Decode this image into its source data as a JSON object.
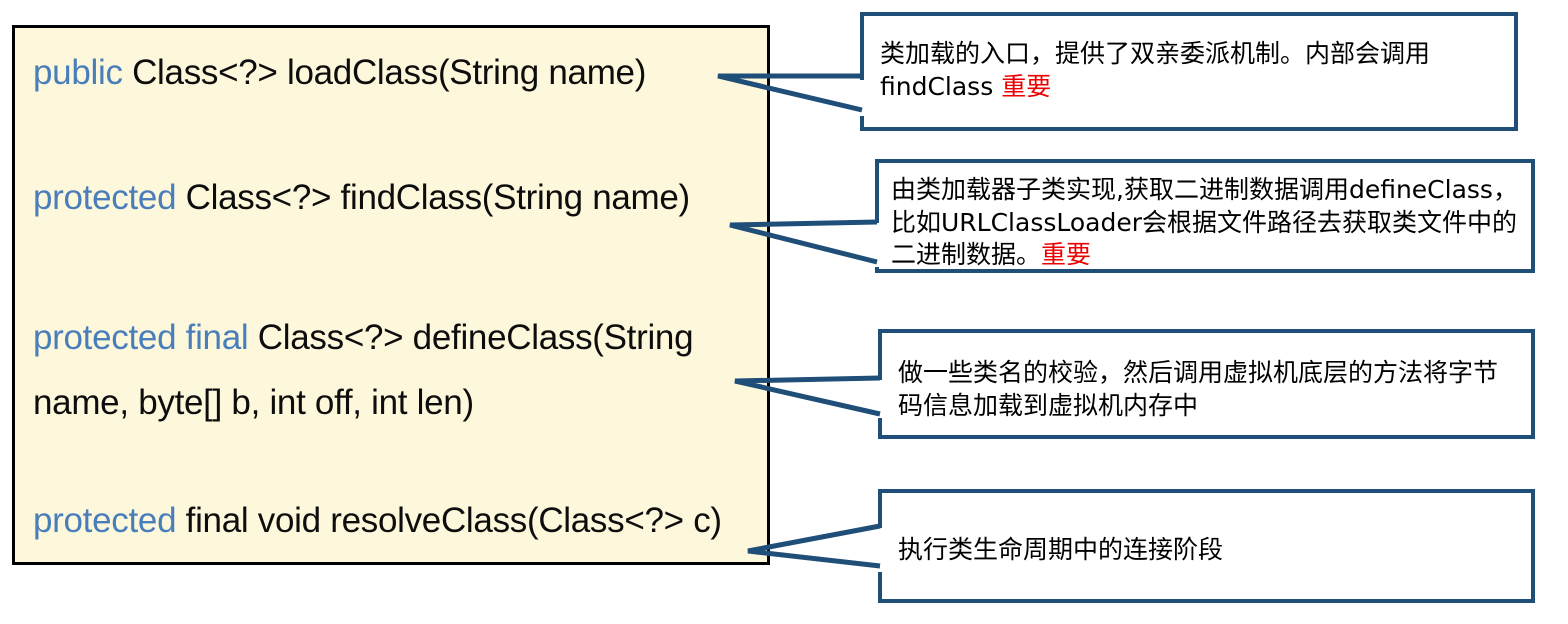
{
  "code_panel": {
    "background_color": "#FDF8DC",
    "border_color": "#000000",
    "keyword_color": "#4A7EBB",
    "signatures": [
      {
        "id": "load-class",
        "keyword": "public",
        "rest": " Class<?> loadClass(String name)"
      },
      {
        "id": "find-class",
        "keyword": "protected",
        "rest": " Class<?> findClass(String name)"
      },
      {
        "id": "define-class",
        "keyword": "protected final",
        "rest": " Class<?> defineClass(String name, byte[] b, int off, int len)"
      },
      {
        "id": "resolve-class",
        "keyword": "protected",
        "rest": " final void resolveClass(Class<?> c)"
      }
    ]
  },
  "callouts": {
    "border_color": "#1F4E79",
    "highlight_color": "#EE0000",
    "items": [
      {
        "id": "callout-load-class",
        "text": "类加载的入口，提供了双亲委派机制。内部会调用findClass",
        "highlight": "重要"
      },
      {
        "id": "callout-find-class",
        "text": "由类加载器子类实现,获取二进制数据调用defineClass，比如URLClassLoader会根据文件路径去获取类文件中的二进制数据。",
        "highlight": "重要"
      },
      {
        "id": "callout-define-class",
        "text": "做一些类名的校验，然后调用虚拟机底层的方法将字节码信息加载到虚拟机内存中",
        "highlight": ""
      },
      {
        "id": "callout-resolve-class",
        "text": "执行类生命周期中的连接阶段",
        "highlight": ""
      }
    ]
  }
}
